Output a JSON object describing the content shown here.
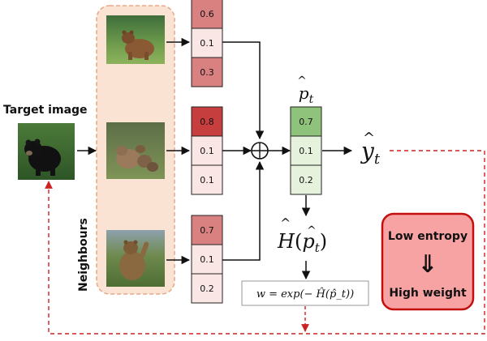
{
  "target_label": "Target image",
  "neighbours_label": "Neighbours",
  "neighbour_probs": [
    [
      "0.6",
      "0.1",
      "0.3"
    ],
    [
      "0.8",
      "0.1",
      "0.1"
    ],
    [
      "0.7",
      "0.1",
      "0.2"
    ]
  ],
  "aggregated": {
    "label": "p̂_t",
    "values": [
      "0.7",
      "0.1",
      "0.2"
    ]
  },
  "output_label": "ŷ_t",
  "entropy_label": "Ĥ(p̂_t)",
  "weight_formula": "w = exp(− Ĥ(p̂_t))",
  "callout": {
    "top": "Low entropy",
    "arrow": "⇓",
    "bottom": "High weight"
  },
  "colors": {
    "neighbours_bg": "#fbe3d4",
    "neighbours_border": "#e7a888",
    "cell_high_1": "#d98080",
    "cell_high_2": "#c73e3e",
    "cell_low": "#fbe6e6",
    "agg_high": "#8fc27a",
    "agg_low": "#e6f2dc",
    "dashed": "#cc2222",
    "callout_fill": "#f7a3a3",
    "callout_border": "#c40f0f"
  },
  "icons": {
    "image_target": "black-bear-photo",
    "image_1": "brown-bear-photo",
    "image_2": "bear-family-photo",
    "image_3": "waving-bear-photo",
    "sum": "circle-plus-icon",
    "arrow": "double-down-arrow-icon"
  }
}
